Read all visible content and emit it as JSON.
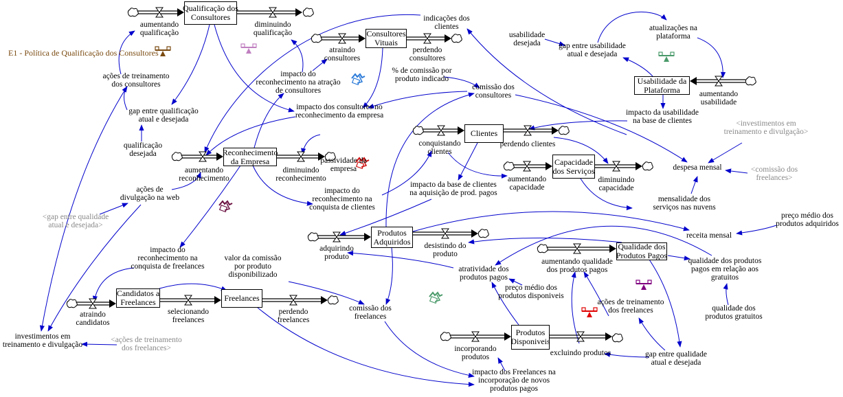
{
  "title": {
    "text": "E1 - Política de Qualificação dos Consultores",
    "color": "#7a4a10"
  },
  "colors": {
    "link": "#0000cc",
    "stock_border": "#000000",
    "shadow_text": "#8a8a8a",
    "title": "#7a4a10"
  },
  "stocks": [
    {
      "id": "qual",
      "label": "Qualificação dos\nConsultores"
    },
    {
      "id": "cv",
      "label": "Consultores\nVituais"
    },
    {
      "id": "rec",
      "label": "Reconhecimento\nda Empresa"
    },
    {
      "id": "cli",
      "label": "Clientes"
    },
    {
      "id": "cap",
      "label": "Capacidade\ndos Serviços"
    },
    {
      "id": "usab",
      "label": "Usabilidade da\nPlataforma"
    },
    {
      "id": "pa",
      "label": "Produtos\nAdquiridos"
    },
    {
      "id": "qpp",
      "label": "Qualidade dos\nProdutos Pagos"
    },
    {
      "id": "cand",
      "label": "Candidatos a\nFreelances"
    },
    {
      "id": "free",
      "label": "Freelances"
    },
    {
      "id": "pd",
      "label": "Produtos\nDisponiveis"
    }
  ],
  "flows": [
    {
      "id": "aq",
      "label": "aumentando\nqualificação"
    },
    {
      "id": "dq",
      "label": "diminuindo\nqualificação"
    },
    {
      "id": "ac",
      "label": "atraindo\nconsultores"
    },
    {
      "id": "pc",
      "label": "perdendo\nconsultores"
    },
    {
      "id": "ar",
      "label": "aumentando\nreconhecimento"
    },
    {
      "id": "dr",
      "label": "diminuindo\nreconhecimento"
    },
    {
      "id": "cc",
      "label": "conquistando\nclientes"
    },
    {
      "id": "pcl",
      "label": "perdendo clientes"
    },
    {
      "id": "acap",
      "label": "aumentando\ncapacidade"
    },
    {
      "id": "dcap",
      "label": "diminuindo\ncapacidade"
    },
    {
      "id": "au",
      "label": "aumentando\nusabilidade"
    },
    {
      "id": "ap",
      "label": "adquirindo\nproduto"
    },
    {
      "id": "dp",
      "label": "desistindo do\nproduto"
    },
    {
      "id": "aqp",
      "label": "aumentando qualidade\ndos produtos pagos"
    },
    {
      "id": "acd",
      "label": "atraindo\ncandidatos"
    },
    {
      "id": "sf",
      "label": "selecionando\nfreelances"
    },
    {
      "id": "pf",
      "label": "perdendo\nfreelances"
    },
    {
      "id": "ip",
      "label": "incorporando\nprodutos"
    },
    {
      "id": "ep",
      "label": "excluindo produtos"
    }
  ],
  "variables": [
    {
      "id": "atc",
      "label": "ações de treinamento\ndos consultores"
    },
    {
      "id": "gq",
      "label": "gap entre qualificação\natual e desejada"
    },
    {
      "id": "qd",
      "label": "qualificação\ndesejada"
    },
    {
      "id": "adw",
      "label": "ações de\ndivulgação na web"
    },
    {
      "id": "irac",
      "label": "impacto do\nreconhecimento na atração\nde consultores"
    },
    {
      "id": "ic",
      "label": "indicações dos\nclientes"
    },
    {
      "id": "pcpi",
      "label": "% de comissão por\nproduto indicado"
    },
    {
      "id": "ccons",
      "label": "comissão dos\nconsultores"
    },
    {
      "id": "icre",
      "label": "impacto dos consultores no\nreconhecimento da empresa"
    },
    {
      "id": "pe",
      "label": "passividade da\nempresa"
    },
    {
      "id": "ud",
      "label": "usabilidade\ndesejada"
    },
    {
      "id": "gu",
      "label": "gap entre usabilidade\natual e desejada"
    },
    {
      "id": "atp",
      "label": "atualizações na\nplataforma"
    },
    {
      "id": "iubc",
      "label": "impacto da usabilidade\nna base de clientes"
    },
    {
      "id": "dm",
      "label": "despesa mensal"
    },
    {
      "id": "msn",
      "label": "mensalidade dos\nserviços nas nuvens"
    },
    {
      "id": "ibc",
      "label": "impacto da base de clientes\nna aquisição de prod. pagos"
    },
    {
      "id": "ircc",
      "label": "impacto do\nreconhecimento na\nconquista de clientes"
    },
    {
      "id": "ircf",
      "label": "impacto do\nreconhecimento na\nconquista de freelances"
    },
    {
      "id": "vcpd",
      "label": "valor da comissão\npor produto\ndisponibilizado"
    },
    {
      "id": "pmpa",
      "label": "preço médio dos\nprodutos adquiridos"
    },
    {
      "id": "rm",
      "label": "receita mensal"
    },
    {
      "id": "qprg",
      "label": "qualidade dos produtos\npagos em relação aos\ngratuitos"
    },
    {
      "id": "app",
      "label": "atratividade dos\nprodutos pagos"
    },
    {
      "id": "pmpd",
      "label": "preço médio dos\nprodutos disponiveis"
    },
    {
      "id": "atf",
      "label": "ações de treinamento\ndos freelances"
    },
    {
      "id": "qpg",
      "label": "qualidade dos\nprodutos gratuitos"
    },
    {
      "id": "cf",
      "label": "comissão dos\nfreelances"
    },
    {
      "id": "itd",
      "label": "investimentos em\ntreinamento e divulgação"
    },
    {
      "id": "gqa",
      "label": "gap entre qualidade\natual e desejada"
    },
    {
      "id": "ifip",
      "label": "impacto dos Freelances na\nincorporação de novos\nprodutos pagos"
    }
  ],
  "shadow_variables": [
    {
      "id": "s_gqa",
      "label": "<gap entre qualidade\natual e desejada>"
    },
    {
      "id": "s_itd",
      "label": "<investimentos em\ntreinamento e divulgação>"
    },
    {
      "id": "s_cf",
      "label": "<comissão dos\nfreelances>"
    },
    {
      "id": "s_atf",
      "label": "<ações de treinamento\ndos freelances>"
    }
  ],
  "icons": [
    {
      "id": "seesaw1",
      "name": "balancing-loop-icon",
      "color": "#7a4a10"
    },
    {
      "id": "seesaw2",
      "name": "balancing-loop-icon",
      "color": "#c080c0"
    },
    {
      "id": "seesaw3",
      "name": "balancing-loop-icon",
      "color": "#4a9a6a"
    },
    {
      "id": "seesaw4",
      "name": "balancing-loop-icon",
      "color": "#800080"
    },
    {
      "id": "seesaw5",
      "name": "balancing-loop-icon",
      "color": "#e00000"
    },
    {
      "id": "rl1",
      "name": "reinforcing-loop-icon",
      "color": "#2a7ad8"
    },
    {
      "id": "rl2",
      "name": "reinforcing-loop-icon",
      "color": "#d01010"
    },
    {
      "id": "rl3",
      "name": "reinforcing-loop-icon",
      "color": "#6a1040"
    },
    {
      "id": "rl4",
      "name": "reinforcing-loop-icon",
      "color": "#4a9a6a"
    }
  ]
}
